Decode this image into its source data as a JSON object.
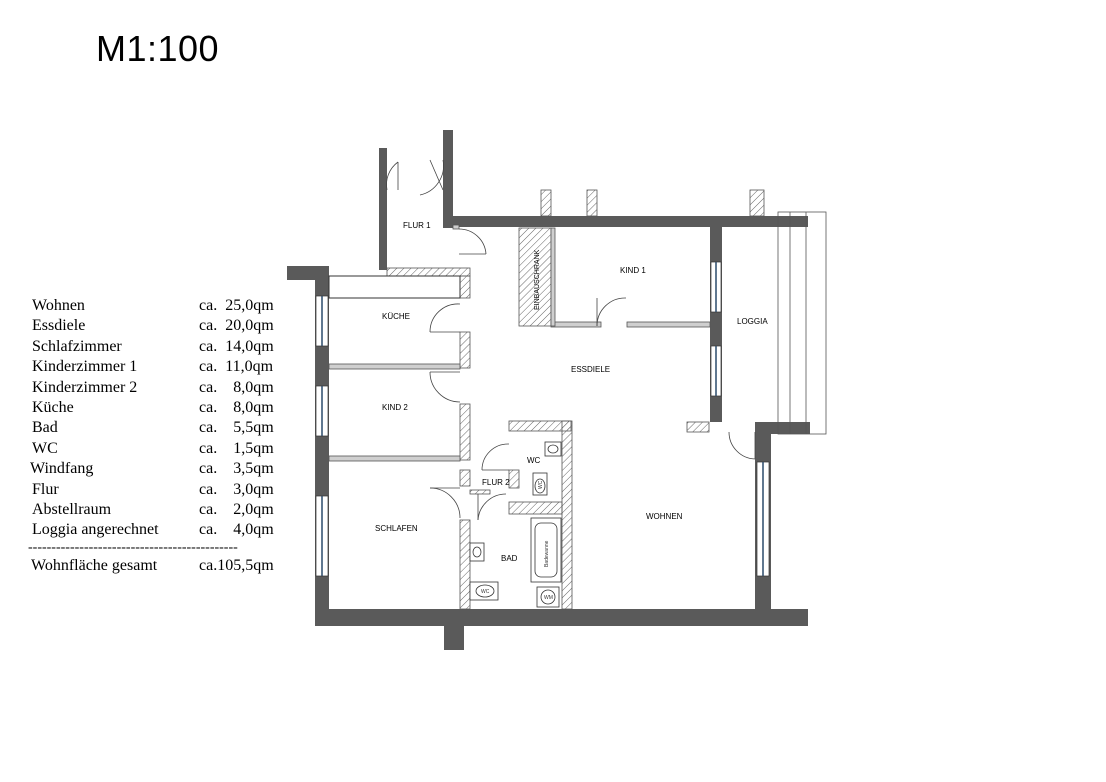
{
  "scale_title": "M1:100",
  "rooms": {
    "flur1": "FLUR 1",
    "kind1": "KIND 1",
    "einbauschrank": "EINBAUSCHRANK",
    "loggia": "LOGGIA",
    "kueche": "KÜCHE",
    "essdiele": "ESSDIELE",
    "kind2": "KIND 2",
    "wc": "WC",
    "flur2": "FLUR 2",
    "wohnen": "WOHNEN",
    "schlafen": "SCHLAFEN",
    "bad": "BAD"
  },
  "fixtures": {
    "wc_bad": "WC",
    "wc_small": "WC",
    "badewanne": "Badewanne",
    "wm": "WM"
  },
  "areas": [
    {
      "name": "Wohnen",
      "value": "ca.  25,0qm"
    },
    {
      "name": "Essdiele",
      "value": "ca.  20,0qm"
    },
    {
      "name": "Schlafzimmer",
      "value": "ca.  14,0qm"
    },
    {
      "name": "Kinderzimmer 1",
      "value": "ca.  11,0qm"
    },
    {
      "name": "Kinderzimmer 2",
      "value": "ca.    8,0qm"
    },
    {
      "name": "Küche",
      "value": "ca.    8,0qm"
    },
    {
      "name": "Bad",
      "value": "ca.    5,5qm"
    },
    {
      "name": "WC",
      "value": "ca.    1,5qm"
    },
    {
      "name": "Windfang",
      "value": "ca.    3,5qm"
    },
    {
      "name": "Flur",
      "value": "ca.    3,0qm"
    },
    {
      "name": "Abstellraum",
      "value": "ca.    2,0qm"
    },
    {
      "name": "Loggia angerechnet",
      "value": "ca.    4,0qm"
    }
  ],
  "divider": "---------------------------------------------",
  "total": {
    "name": "Wohnfläche gesamt",
    "value": "ca.105,5qm"
  }
}
